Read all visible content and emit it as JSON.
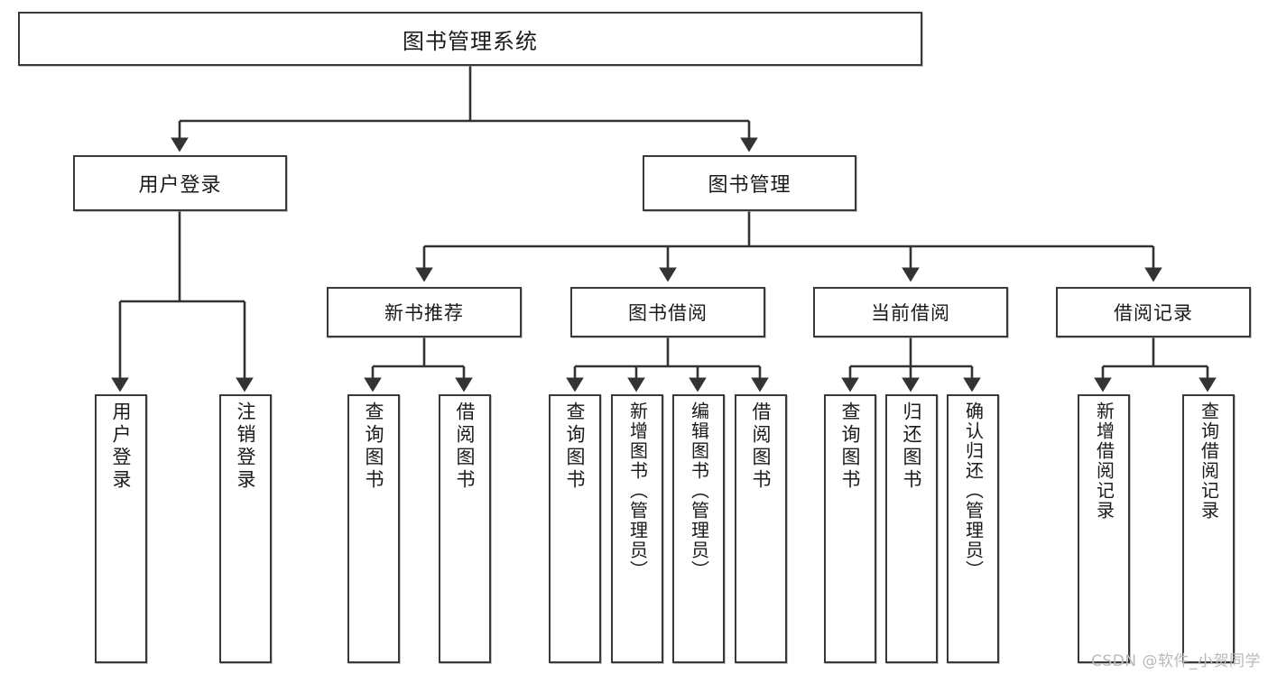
{
  "diagram": {
    "title": "图书管理系统",
    "type": "tree",
    "style": {
      "box_border": "#3a3a3a",
      "box_fill": "#ffffff",
      "connector": "#333333",
      "text": "#1a1a1a"
    }
  },
  "root": {
    "label": "图书管理系统"
  },
  "level1": [
    {
      "id": "user-login",
      "label": "用户登录"
    },
    {
      "id": "book-manage",
      "label": "图书管理"
    }
  ],
  "level2": [
    {
      "id": "new-book-rec",
      "label": "新书推荐"
    },
    {
      "id": "book-borrow",
      "label": "图书借阅"
    },
    {
      "id": "current-borrow",
      "label": "当前借阅"
    },
    {
      "id": "borrow-record",
      "label": "借阅记录"
    }
  ],
  "leaves": {
    "user_login": [
      {
        "id": "leaf-user-login",
        "label": "用户登录"
      },
      {
        "id": "leaf-logout",
        "label": "注销登录"
      }
    ],
    "new_book_rec": [
      {
        "id": "leaf-query-book-1",
        "label": "查询图书"
      },
      {
        "id": "leaf-borrow-book-1",
        "label": "借阅图书"
      }
    ],
    "book_borrow": [
      {
        "id": "leaf-query-book-2",
        "label": "查询图书"
      },
      {
        "id": "leaf-add-book",
        "label": "新增图书（管理员）"
      },
      {
        "id": "leaf-edit-book",
        "label": "编辑图书（管理员）"
      },
      {
        "id": "leaf-borrow-book-2",
        "label": "借阅图书"
      }
    ],
    "current_borrow": [
      {
        "id": "leaf-query-book-3",
        "label": "查询图书"
      },
      {
        "id": "leaf-return-book",
        "label": "归还图书"
      },
      {
        "id": "leaf-confirm-return",
        "label": "确认归还（管理员）"
      }
    ],
    "borrow_record": [
      {
        "id": "leaf-add-record",
        "label": "新增借阅记录"
      },
      {
        "id": "leaf-query-record",
        "label": "查询借阅记录"
      }
    ]
  },
  "watermark": {
    "text": "CSDN @软件_小贺同学"
  }
}
